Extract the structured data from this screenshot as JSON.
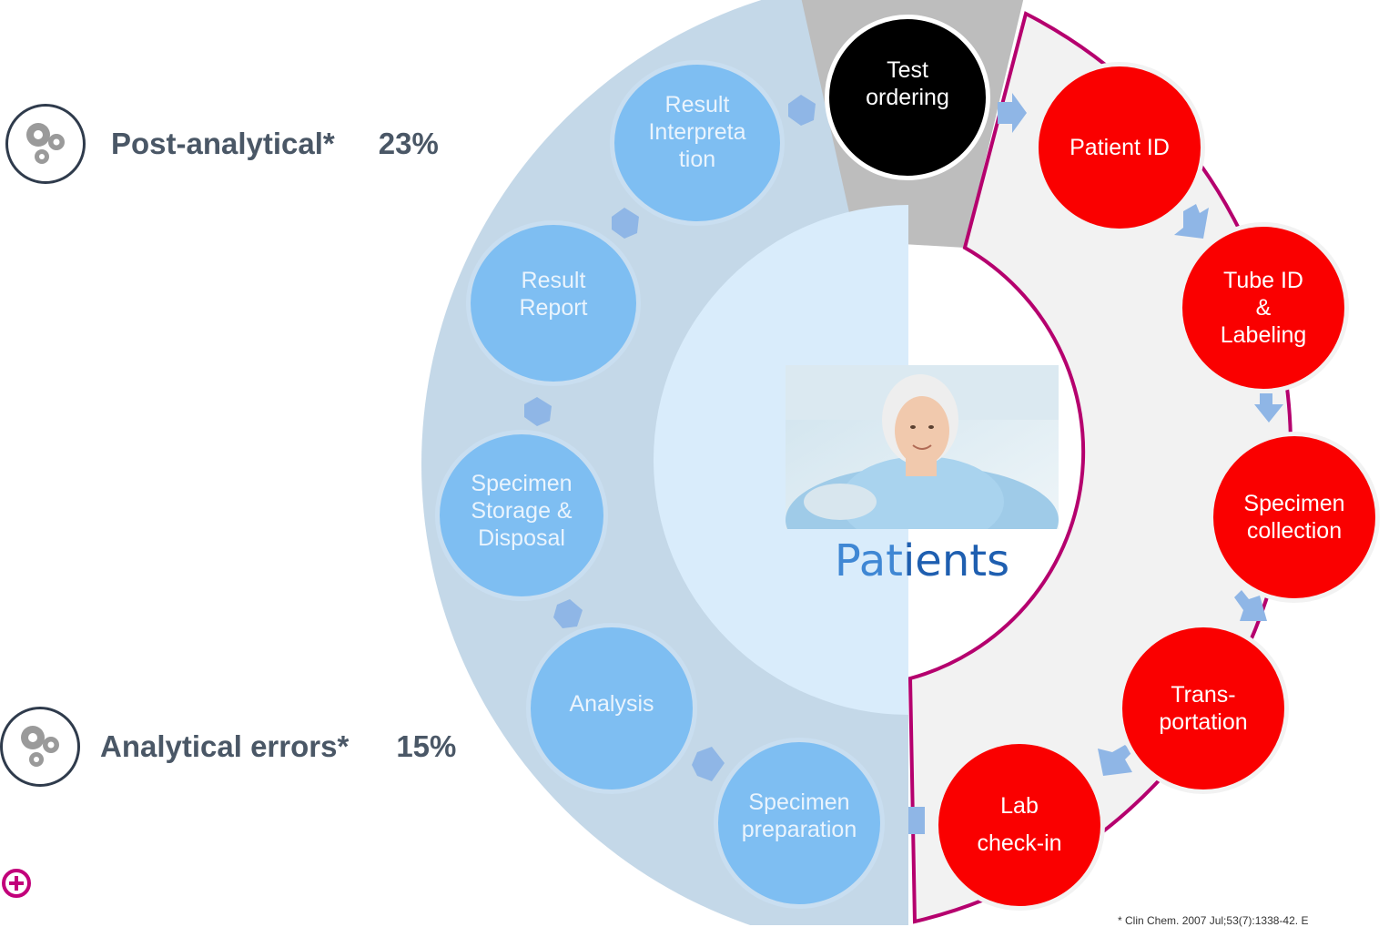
{
  "legend": [
    {
      "label": "Post-analytical*",
      "percent": "23%",
      "icon": "gears-icon"
    },
    {
      "label": "Analytical errors*",
      "percent": "15%",
      "icon": "gears-icon"
    }
  ],
  "center_label": {
    "part1": "Pat",
    "part2": "ients"
  },
  "cycle": {
    "start": {
      "label": "Test\nordering"
    },
    "pre_analytical": [
      {
        "label": "Patient ID"
      },
      {
        "label": "Tube ID\n&\nLabeling"
      },
      {
        "label": "Specimen\ncollection"
      },
      {
        "label": "Trans-\nportation"
      },
      {
        "label": "Lab\ncheck-in"
      }
    ],
    "analytical_post": [
      {
        "label": "Specimen\npreparation"
      },
      {
        "label": "Analysis"
      },
      {
        "label": "Specimen\nStorage &\nDisposal"
      },
      {
        "label": "Result\nReport"
      },
      {
        "label": "Result\nInterpreta\ntion"
      }
    ]
  },
  "footnote": "* Clin Chem. 2007 Jul;53(7):1338-42. E",
  "colors": {
    "pre_analytical": "#fa0000",
    "analytical": "#7ebef2",
    "start": "#000000",
    "outline": "#b5006e",
    "ring": "#c4d8e8"
  }
}
